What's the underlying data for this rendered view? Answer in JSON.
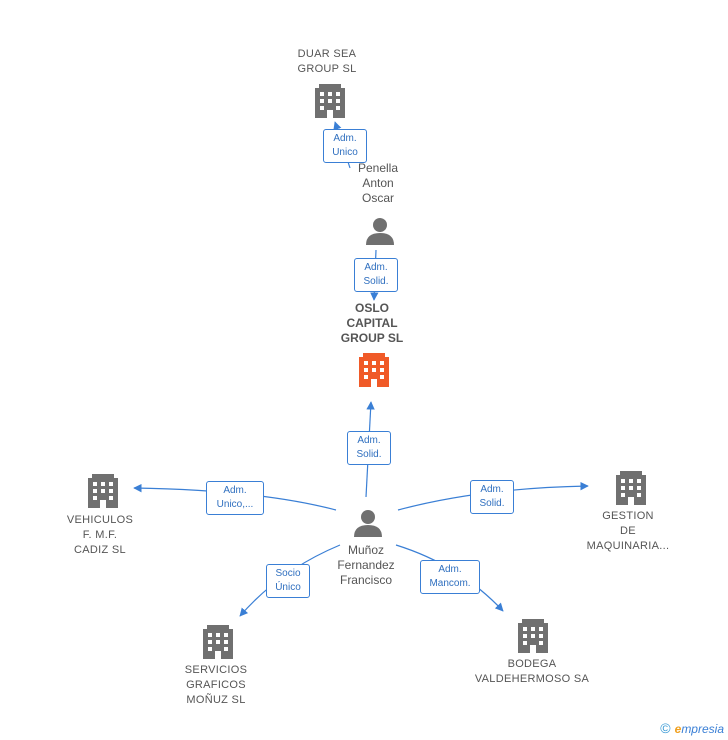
{
  "nodes": {
    "duar_sea": "DUAR SEA\nGROUP  SL",
    "penella": "Penella\nAnton\nOscar",
    "oslo": "OSLO\nCAPITAL\nGROUP  SL",
    "vehiculos": "VEHICULOS\nF. M.F.\nCADIZ  SL",
    "gestion": "GESTION\nDE\nMAQUINARIA...",
    "munoz": "Muñoz\nFernandez\nFrancisco",
    "servicios": "SERVICIOS\nGRAFICOS\nMOÑUZ  SL",
    "bodega": "BODEGA\nVALDEHERMOSO SA"
  },
  "edges": {
    "penella_duar": "Adm.\nUnico",
    "penella_oslo": "Adm.\nSolid.",
    "munoz_oslo": "Adm.\nSolid.",
    "munoz_vehiculos": "Adm.\nUnico,...",
    "munoz_gestion": "Adm.\nSolid.",
    "munoz_servicios": "Socio\nÚnico",
    "munoz_bodega": "Adm.\nMancom."
  },
  "colors": {
    "edge": "#3a7fd5",
    "company_icon": "#707070",
    "focus_icon": "#f05a28",
    "person_icon": "#707070"
  },
  "footer": {
    "copyright_symbol": "©",
    "brand_initial": "e",
    "brand_rest": "mpresia"
  }
}
